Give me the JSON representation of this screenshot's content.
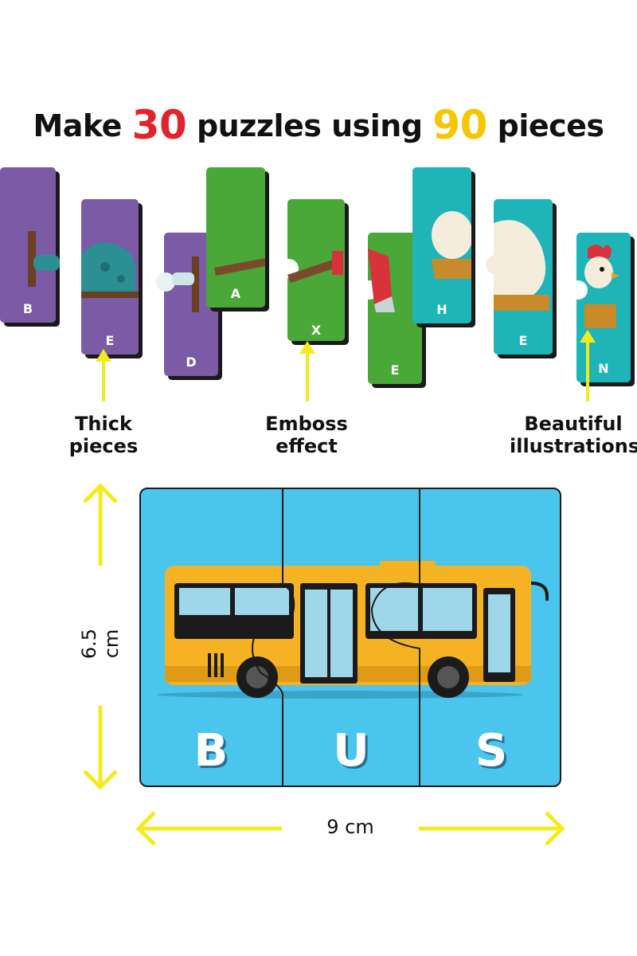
{
  "headline": {
    "part1": "Make ",
    "num1": "30",
    "part2": " puzzles using ",
    "num2": "90",
    "part3": " pieces"
  },
  "words": [
    {
      "letters": [
        "B",
        "E",
        "D"
      ],
      "color": "#7b5aa6"
    },
    {
      "letters": [
        "A",
        "X",
        "E"
      ],
      "color": "#4aa838"
    },
    {
      "letters": [
        "H",
        "E",
        "N"
      ],
      "color": "#1fb4b8"
    }
  ],
  "callouts": {
    "thick": {
      "line1": "Thick",
      "line2": "pieces"
    },
    "emboss": {
      "line1": "Emboss",
      "line2": "effect"
    },
    "beautiful": {
      "line1": "Beautiful",
      "line2": "illustrations"
    }
  },
  "bus_puzzle": {
    "letters": [
      "B",
      "U",
      "S"
    ],
    "background": "#4ac5ee",
    "bus_color": "#f5b324"
  },
  "dimensions": {
    "height": "6.5 cm",
    "width": "9 cm"
  },
  "colors": {
    "accent_red": "#e2232b",
    "accent_yellow": "#f7c600",
    "arrow_yellow": "#f5ea1c"
  }
}
